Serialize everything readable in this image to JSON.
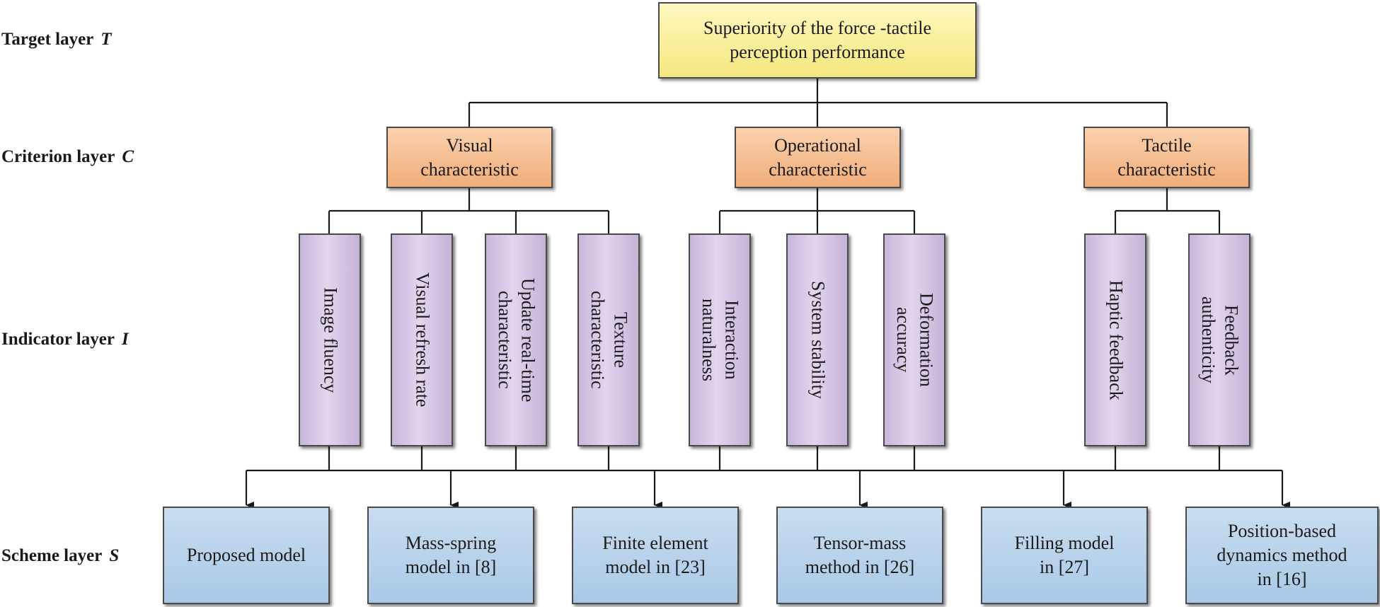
{
  "layers": {
    "target": {
      "label": "Target layer",
      "symbol": "T"
    },
    "criterion": {
      "label": "Criterion layer",
      "symbol": "C"
    },
    "indicator": {
      "label": "Indicator layer",
      "symbol": "I"
    },
    "scheme": {
      "label": "Scheme layer",
      "symbol": "S"
    }
  },
  "target": {
    "line1": "Superiority of the force -tactile",
    "line2": "perception performance"
  },
  "criteria": [
    {
      "line1": "Visual",
      "line2": "characteristic"
    },
    {
      "line1": "Operational",
      "line2": "characteristic"
    },
    {
      "line1": "Tactile",
      "line2": "characteristic"
    }
  ],
  "indicators": [
    {
      "line1": "Image fluency",
      "line2": ""
    },
    {
      "line1": "Visual refresh rate",
      "line2": ""
    },
    {
      "line1": "Update real-time",
      "line2": "characteristic"
    },
    {
      "line1": "Texture",
      "line2": "characteristic"
    },
    {
      "line1": "Interaction",
      "line2": "naturalness"
    },
    {
      "line1": "System stability",
      "line2": ""
    },
    {
      "line1": "Deformation",
      "line2": "accuracy"
    },
    {
      "line1": "Haptic feedback",
      "line2": ""
    },
    {
      "line1": "Feedback",
      "line2": "authenticity"
    }
  ],
  "schemes": [
    {
      "line1": "Proposed model",
      "line2": "",
      "line3": ""
    },
    {
      "line1": "Mass-spring",
      "line2": "model in [8]",
      "line3": ""
    },
    {
      "line1": "Finite element",
      "line2": "model in [23]",
      "line3": ""
    },
    {
      "line1": "Tensor-mass",
      "line2": "method in [26]",
      "line3": ""
    },
    {
      "line1": "Filling model",
      "line2": "in [27]",
      "line3": ""
    },
    {
      "line1": "Position-based",
      "line2": "dynamics method",
      "line3": "in [16]"
    }
  ],
  "colors": {
    "target_fill": "#f8ec90",
    "criterion_fill": "#f5bd8f",
    "indicator_fill": "#d6c8e6",
    "scheme_fill": "#b8d3ec",
    "line": "#1a1a1a"
  }
}
